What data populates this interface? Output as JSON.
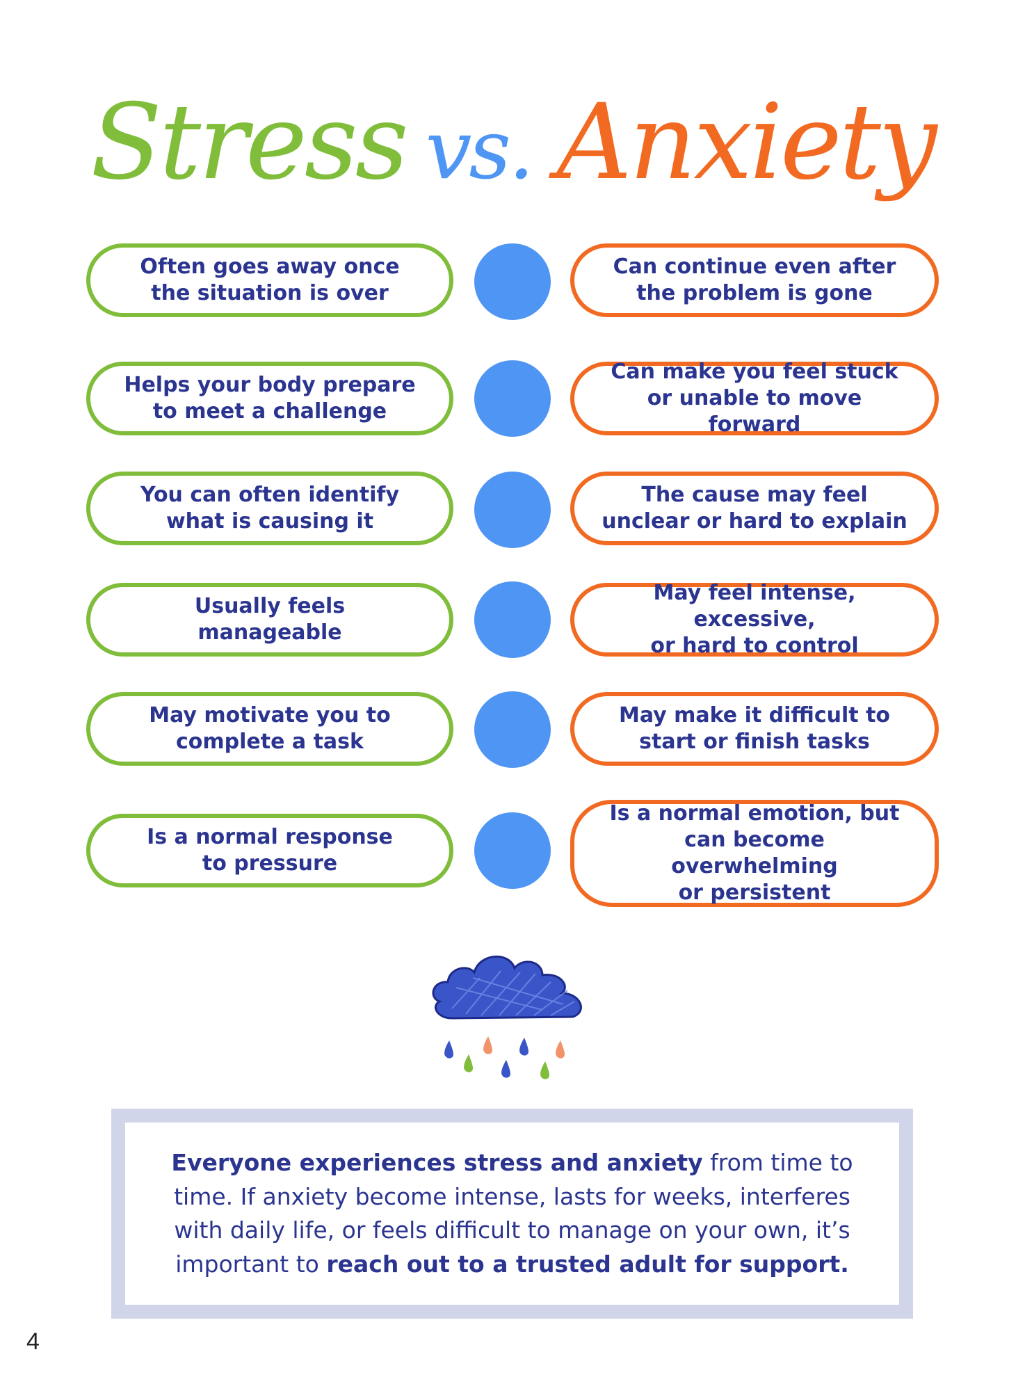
{
  "title": {
    "stress": "Stress",
    "vs": "vs.",
    "anxiety": "Anxiety"
  },
  "rows": [
    {
      "stress": [
        "Often goes away once",
        "the situation is over"
      ],
      "anxiety": [
        "Can continue even after",
        "the problem is gone"
      ]
    },
    {
      "stress": [
        "Helps your body prepare",
        "to meet a challenge"
      ],
      "anxiety": [
        "Can make you feel stuck",
        "or unable to move forward"
      ]
    },
    {
      "stress": [
        "You can often identify",
        "what is causing it"
      ],
      "anxiety": [
        "The cause may feel",
        "unclear or hard to explain"
      ]
    },
    {
      "stress": [
        "Usually feels",
        "manageable"
      ],
      "anxiety": [
        "May feel intense, excessive,",
        "or hard to control"
      ]
    },
    {
      "stress": [
        "May motivate you to",
        "complete a task"
      ],
      "anxiety": [
        "May make it difficult to",
        "start or finish tasks"
      ]
    },
    {
      "stress": [
        "Is a normal response",
        "to pressure"
      ],
      "anxiety": [
        "Is a normal emotion, but",
        "can become overwhelming",
        "or persistent"
      ]
    }
  ],
  "note": {
    "bold_start": "Everyone experiences stress and anxiety",
    "middle": " from time to time. If anxiety become intense, lasts for weeks, interferes with daily life, or feels difficult to manage on your own, it’s important to ",
    "bold_end": "reach out to a trusted adult for support."
  },
  "page_number": "4",
  "icons": {
    "illustration": "rain-cloud-icon"
  },
  "colors": {
    "stress": "#80bd3a",
    "vs": "#4f95f4",
    "anxiety": "#f26a21",
    "text": "#2b3590",
    "note_border": "#d1d5ea"
  }
}
